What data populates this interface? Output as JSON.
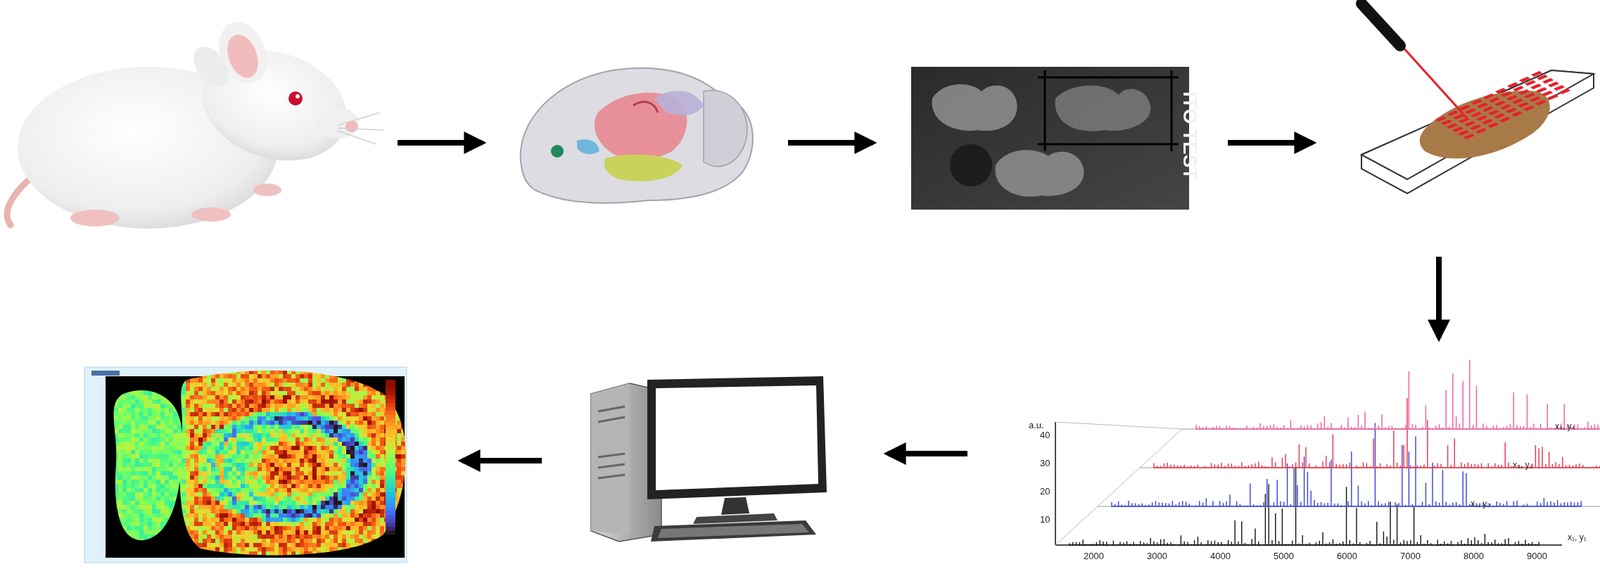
{
  "diagram": {
    "labels": [
      "ITO TEST",
      "a.u.",
      "40",
      "30",
      "20",
      "10",
      "2000",
      "3000",
      "4000",
      "5000",
      "6000",
      "7000",
      "8000",
      "9000",
      "x₄, y₄",
      "x₃, y₃",
      "x₂, y₂",
      "x₁, y₁"
    ]
  }
}
